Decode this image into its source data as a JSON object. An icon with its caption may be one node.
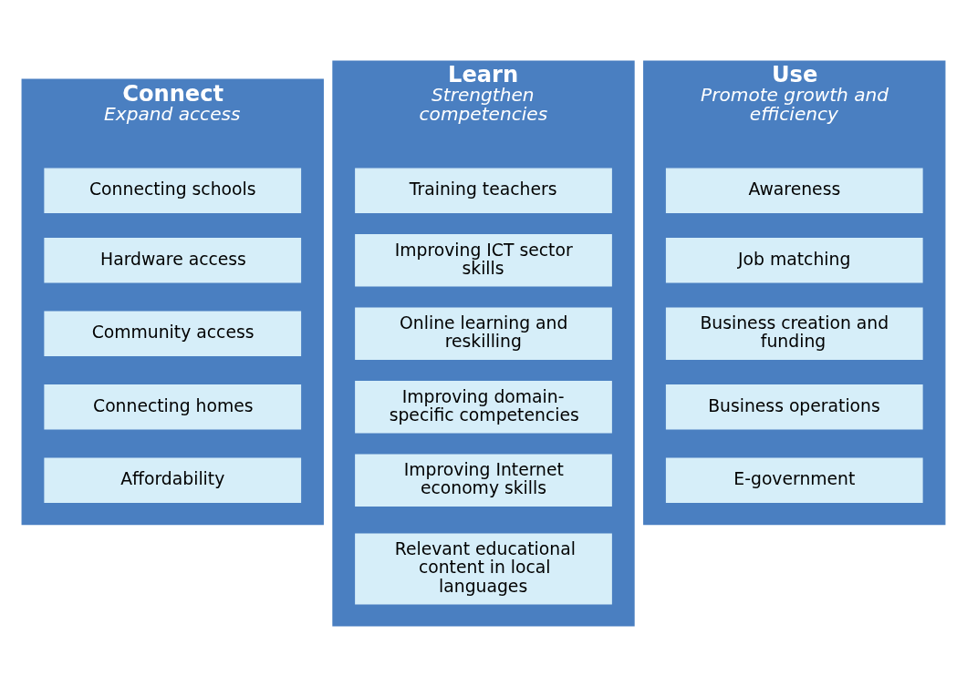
{
  "diagram": {
    "nodes": [
      {
        "text": [
          "Connect",
          "Expand access"
        ]
      },
      {
        "text": [
          "Connecting schools"
        ],
        "in": 0
      },
      {
        "text": [
          "Hardware access"
        ],
        "in": 0
      },
      {
        "text": [
          "Community access"
        ],
        "in": 0
      },
      {
        "text": [
          "Connecting homes"
        ],
        "in": 0
      },
      {
        "text": [
          "Affordability"
        ],
        "in": 0
      },
      {
        "text": [
          "Learn",
          "Strengthen competencies"
        ]
      },
      {
        "text": [
          "Training teachers"
        ],
        "in": 6
      },
      {
        "text": [
          "Improving ICT sector skills"
        ],
        "in": 6
      },
      {
        "text": [
          "Online learning and reskilling"
        ],
        "in": 6
      },
      {
        "text": [
          "Improving domain-specific competencies"
        ],
        "in": 6
      },
      {
        "text": [
          "Improving Internet economy skills"
        ],
        "in": 6
      },
      {
        "text": [
          "Relevant educational content in local languages"
        ],
        "in": 6
      },
      {
        "text": [
          "Use",
          "Promote growth and efficiency"
        ]
      },
      {
        "text": [
          "Awareness"
        ],
        "in": 13
      },
      {
        "text": [
          "Job matching"
        ],
        "in": 13
      },
      {
        "text": [
          "Business creation and funding"
        ],
        "in": 13
      },
      {
        "text": [
          "Business operations"
        ],
        "in": 13
      },
      {
        "text": [
          "E-government"
        ],
        "in": 13
      }
    ]
  }
}
